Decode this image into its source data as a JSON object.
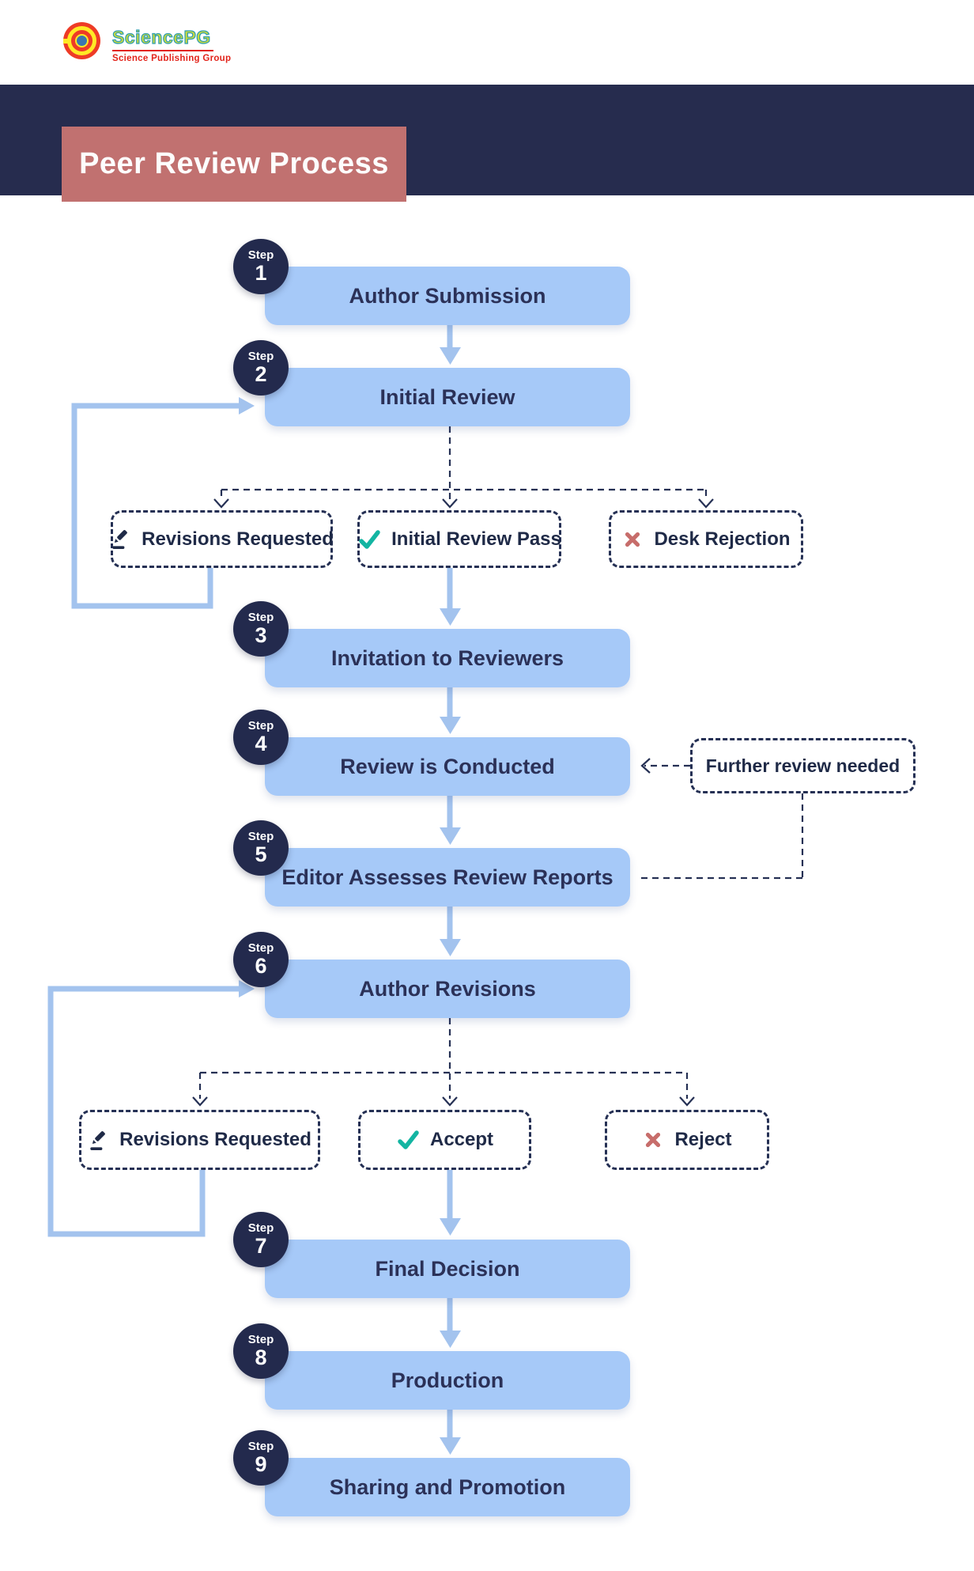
{
  "header": {
    "brand": "SciencePG",
    "tagline": "Science Publishing Group",
    "title": "Peer Review Process"
  },
  "steps": [
    {
      "badge": "Step",
      "num": "1",
      "label": "Author Submission"
    },
    {
      "badge": "Step",
      "num": "2",
      "label": "Initial Review"
    },
    {
      "badge": "Step",
      "num": "3",
      "label": "Invitation to Reviewers"
    },
    {
      "badge": "Step",
      "num": "4",
      "label": "Review is Conducted"
    },
    {
      "badge": "Step",
      "num": "5",
      "label": "Editor Assesses Review Reports"
    },
    {
      "badge": "Step",
      "num": "6",
      "label": "Author Revisions"
    },
    {
      "badge": "Step",
      "num": "7",
      "label": "Final Decision"
    },
    {
      "badge": "Step",
      "num": "8",
      "label": "Production"
    },
    {
      "badge": "Step",
      "num": "9",
      "label": "Sharing and Promotion"
    }
  ],
  "initial_review_outcomes": [
    {
      "label": "Revisions Requested",
      "icon": "pencil-icon"
    },
    {
      "label": "Initial Review Pass",
      "icon": "check-icon"
    },
    {
      "label": "Desk Rejection",
      "icon": "x-icon"
    }
  ],
  "final_decision_outcomes": [
    {
      "label": "Revisions Requested",
      "icon": "pencil-icon"
    },
    {
      "label": "Accept",
      "icon": "check-icon"
    },
    {
      "label": "Reject",
      "icon": "x-icon"
    }
  ],
  "note": {
    "label": "Further review needed"
  },
  "colors": {
    "navy_band": "#262c4e",
    "badge_navy": "#232a4d",
    "title_salmon": "#c17170",
    "box_blue": "#a6c9f8",
    "arrow_blue": "#a3c3ee",
    "dash_navy": "#253054",
    "label_navy": "#2b3158",
    "check_teal": "#13b5a2",
    "cross_red": "#c76d6b",
    "brand_green": "#cdd93b",
    "brand_red": "#e2241b",
    "logo_red": "#ee3b26",
    "logo_yellow": "#ffe925",
    "logo_blue": "#3b77b0"
  }
}
